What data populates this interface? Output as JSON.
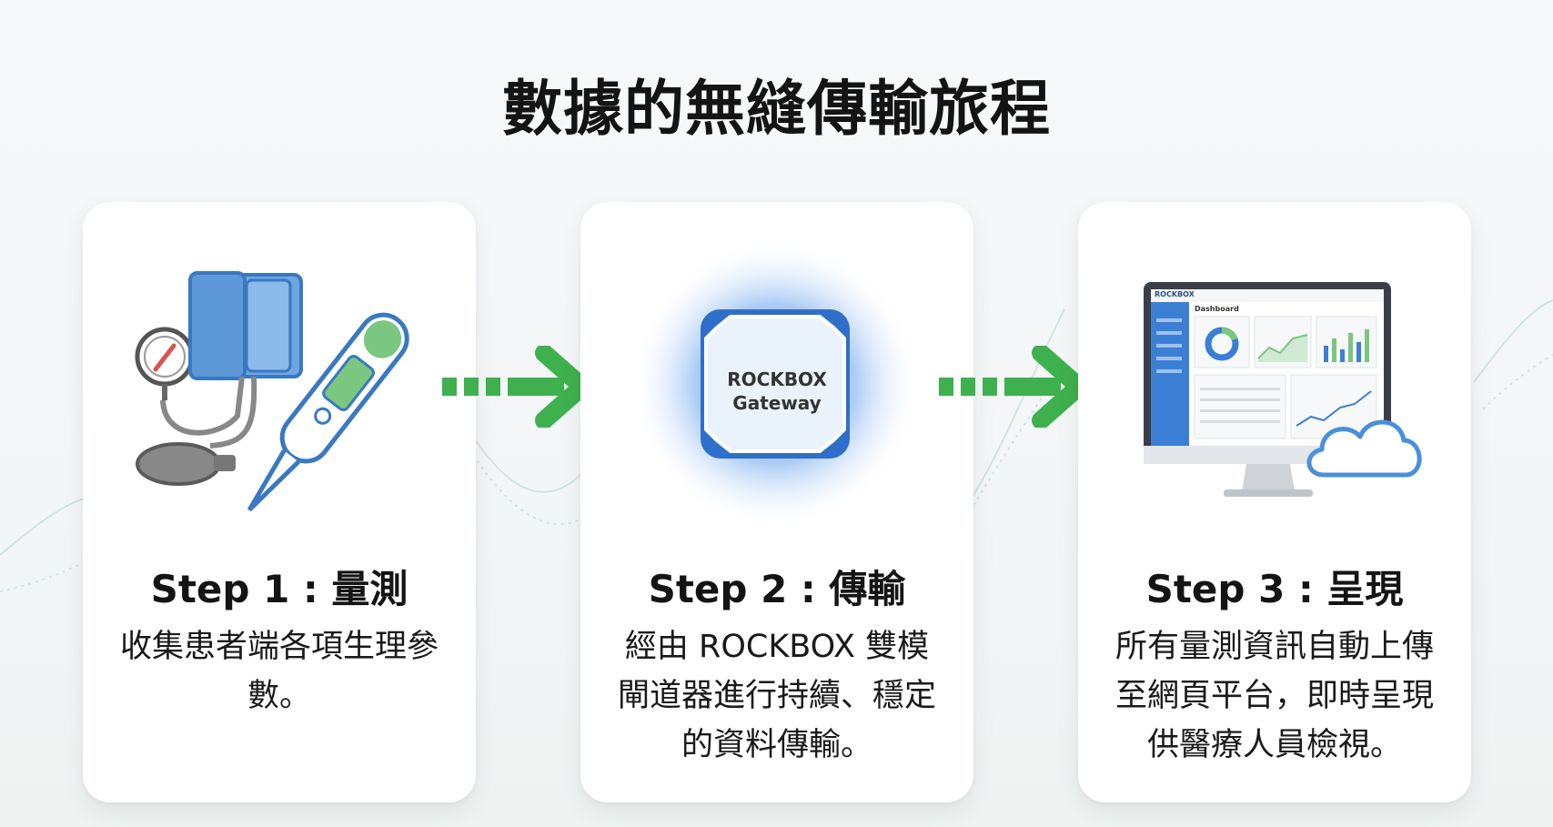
{
  "title": "數據的無縫傳輸旅程",
  "steps": [
    {
      "title": "Step 1 : 量測",
      "desc": "收集患者端各項生理參數。",
      "icon": "medical-devices-icon"
    },
    {
      "title": "Step 2 : 傳輸",
      "desc": "經由 ROCKBOX 雙模閘道器進行持續、穩定的資料傳輸。",
      "icon": "gateway-icon"
    },
    {
      "title": "Step 3 : 呈現",
      "desc": "所有量測資訊自動上傳至網頁平台，即時呈現供醫療人員檢視。",
      "icon": "monitor-dashboard-icon"
    }
  ],
  "gateway": {
    "line1": "ROCKBOX",
    "line2": "Gateway"
  },
  "monitor": {
    "brand": "ROCKBOX",
    "page_title": "Dashboard"
  },
  "colors": {
    "arrow": "#3fb04e",
    "blue": "#4a90d9",
    "accent_green": "#7ac77f"
  }
}
